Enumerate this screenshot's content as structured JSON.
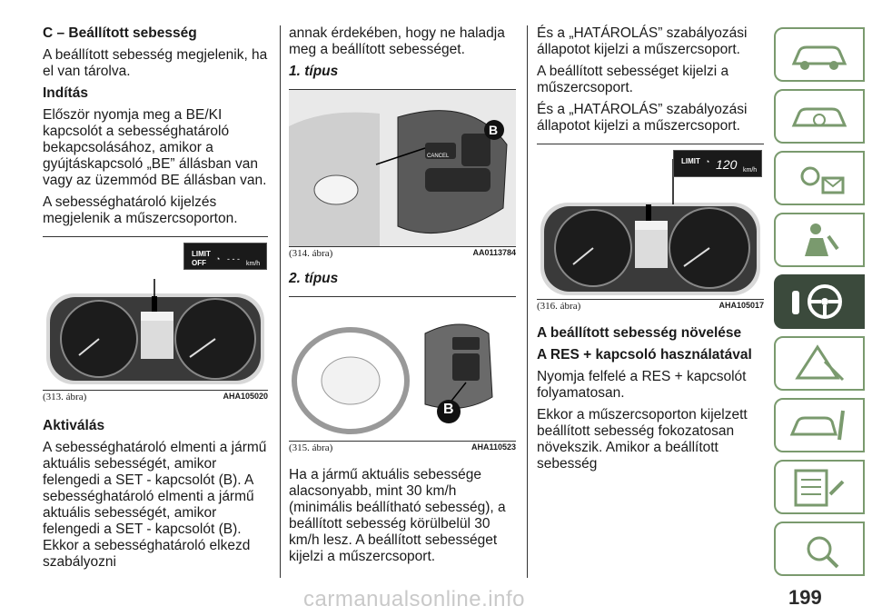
{
  "col1": {
    "heading_c": "C – Beállított sebesség",
    "p1": "A beállított sebesség megjelenik, ha el van tárolva.",
    "heading_inditas": "Indítás",
    "p2": "Először nyomja meg a BE/KI kapcsolót a sebességhatároló bekapcsolásához, amikor a gyújtáskapcsoló „BE” állásban van vagy az üzemmód BE állásban van.",
    "p3": "A sebességhatároló kijelzés megjelenik a műszercsoporton.",
    "fig313": {
      "caption": "(313. ábra)",
      "code": "AHA105020",
      "limit_text": "LIMIT",
      "off_text": "OFF",
      "dashes": "- - -",
      "unit": "km/h"
    },
    "heading_aktivalas": "Aktiválás",
    "p4": "A sebességhatároló elmenti a jármű aktuális sebességét, amikor felengedi a SET - kapcsolót (B). A sebességhatároló elmenti a jármű aktuális sebességét, amikor felengedi a SET - kapcsolót (B). Ekkor a sebességhatároló elkezd szabályozni"
  },
  "col2": {
    "p1": "annak érdekében, hogy ne haladja meg a beállított sebességet.",
    "type1": "1. típus",
    "fig314": {
      "caption": "(314. ábra)",
      "code": "AA0113784",
      "marker": "B",
      "cancel": "CANCEL"
    },
    "type2": "2. típus",
    "fig315": {
      "caption": "(315. ábra)",
      "code": "AHA110523",
      "marker": "B"
    },
    "p2": "Ha a jármű aktuális sebessége alacsonyabb, mint 30 km/h (minimális beállítható sebesség), a beállított sebesség körülbelül 30 km/h lesz. A beállított sebességet kijelzi a műszercsoport."
  },
  "col3": {
    "p1": "És a „HATÁROLÁS” szabályozási állapotot kijelzi a műszercsoport.",
    "p2": "A beállított sebességet kijelzi a műszercsoport.",
    "p3": "És a „HATÁROLÁS” szabályozási állapotot kijelzi a műszercsoport.",
    "fig316": {
      "caption": "(316. ábra)",
      "code": "AHA105017",
      "limit_text": "LIMIT",
      "speed": "120",
      "unit": "km/h"
    },
    "heading_novel": "A beállított sebesség növelése",
    "heading_res": "A RES + kapcsoló használatával",
    "p4": "Nyomja felfelé a RES + kapcsolót folyamatosan.",
    "p5": "Ekkor a műszercsoporton kijelzett beállított sebesség fokozatosan növekszik. Amikor a beállított sebesség"
  },
  "page_number": "199",
  "watermark": "carmanualsonline.info",
  "tabs": [
    "car-info-icon",
    "car-dashboard-icon",
    "warning-light-icon",
    "airbag-person-icon",
    "steering-key-icon",
    "warning-triangle-icon",
    "car-tools-icon",
    "spec-sheet-icon",
    "alphabet-index-icon"
  ],
  "colors": {
    "accent_tab": "#7a9a6e",
    "active_tab": "#3b4a3c"
  }
}
